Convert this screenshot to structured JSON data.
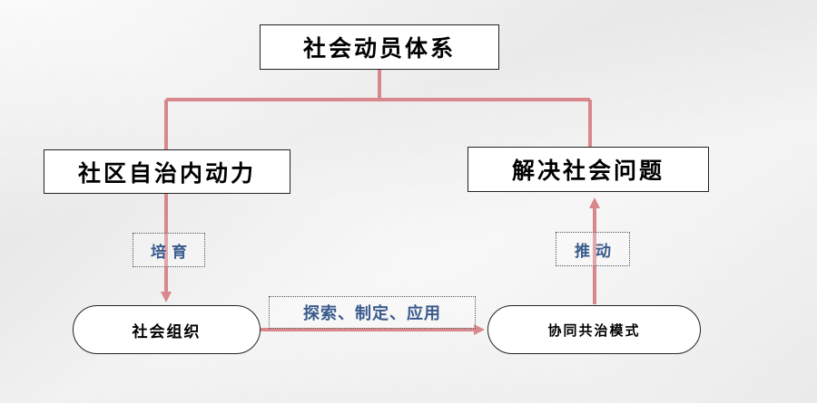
{
  "nodes": {
    "top": "社会动员体系",
    "left": "社区自治内动力",
    "right": "解决社会问题",
    "org": "社会组织",
    "mode": "协同共治模式"
  },
  "edge_labels": {
    "cultivate": "培 育",
    "promote": "推 动",
    "explore": "探索、制定、应用"
  },
  "colors": {
    "connector": "#d9878c",
    "label_text": "#3a5b8c"
  }
}
